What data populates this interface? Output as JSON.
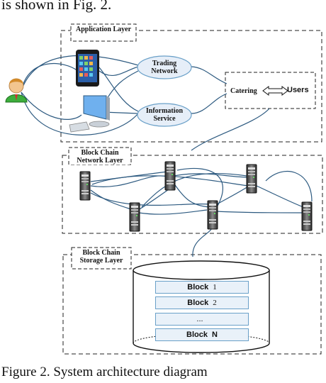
{
  "heading_fragment": "is shown in Fig. 2.",
  "caption": "Figure 2.    System architecture diagram",
  "layers": {
    "application": "Application Layer",
    "network": "Block Chain Network Layer",
    "storage": "Block Chain Storage Layer"
  },
  "services": {
    "trading": "Trading Network",
    "information": "Information Service",
    "catering": "Catering",
    "users": "Users"
  },
  "blocks": [
    {
      "word": "Block",
      "num": "1"
    },
    {
      "word": "Block",
      "num": "2"
    },
    {
      "word": "...",
      "num": ""
    },
    {
      "word": "Block",
      "num": "N"
    }
  ],
  "colors": {
    "link": "#2d5a80",
    "block_fill": "#e9f1f9",
    "block_border": "#6aa0c8",
    "ellipse_fill": "#e6eef8"
  },
  "icons": [
    "user-avatar-icon",
    "smartphone-icon",
    "desktop-computer-icon",
    "server-icon",
    "database-cylinder-icon"
  ]
}
